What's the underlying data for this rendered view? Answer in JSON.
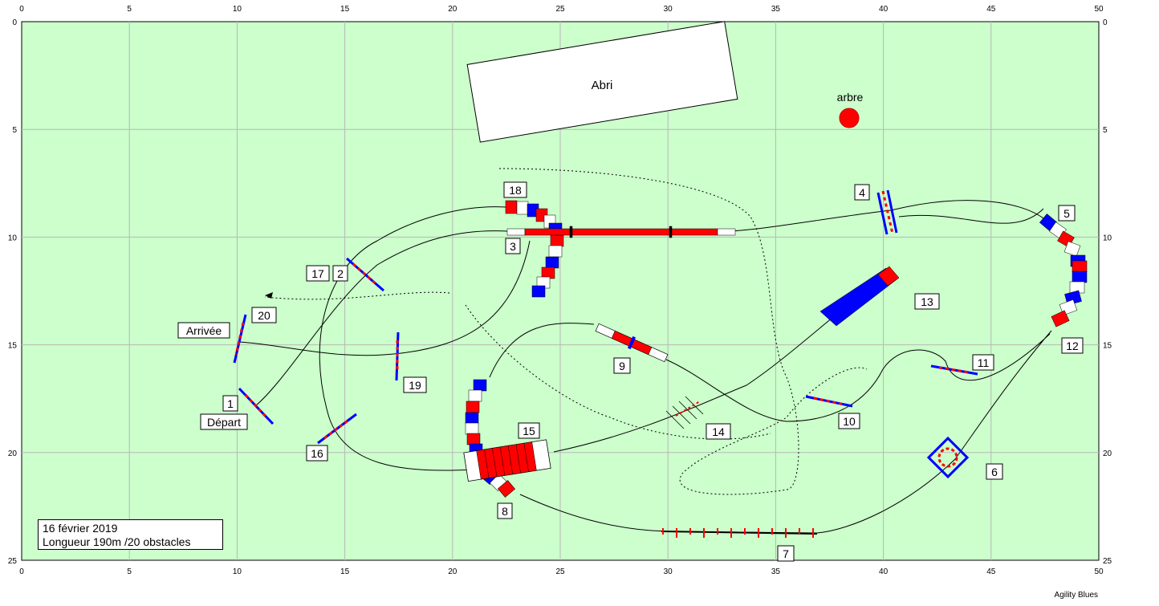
{
  "axis": {
    "x_ticks": [
      "0",
      "5",
      "10",
      "15",
      "20",
      "25",
      "30",
      "35",
      "40",
      "45",
      "50"
    ],
    "y_ticks": [
      "0",
      "5",
      "10",
      "15",
      "20",
      "25"
    ]
  },
  "colors": {
    "field": "#ccffcc",
    "grid": "#b7b7b7",
    "red": "#ff0000",
    "blue": "#0000ff"
  },
  "shelter_label": "Abri",
  "tree_label": "arbre",
  "start_label": "Départ",
  "finish_label": "Arrivée",
  "obstacle_numbers": [
    "1",
    "2",
    "3",
    "4",
    "5",
    "6",
    "7",
    "8",
    "9",
    "10",
    "11",
    "12",
    "13",
    "14",
    "15",
    "16",
    "17",
    "18",
    "19",
    "20"
  ],
  "info": {
    "date": "16 février 2019",
    "length": "Longueur 190m /20 obstacles"
  },
  "credit": "Agility Blues"
}
